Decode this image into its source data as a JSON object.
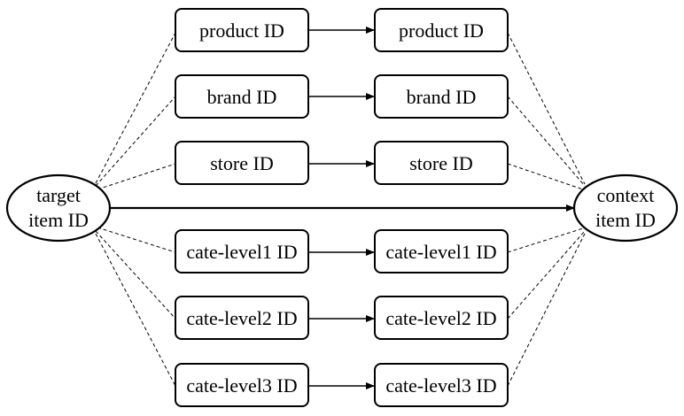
{
  "target_node": {
    "line1": "target",
    "line2": "item ID"
  },
  "context_node": {
    "line1": "context",
    "line2": "item ID"
  },
  "rows": [
    {
      "left": "product ID",
      "right": "product ID"
    },
    {
      "left": "brand ID",
      "right": "brand ID"
    },
    {
      "left": "store ID",
      "right": "store ID"
    },
    {
      "left": "cate-level1 ID",
      "right": "cate-level1 ID"
    },
    {
      "left": "cate-level2 ID",
      "right": "cate-level2 ID"
    },
    {
      "left": "cate-level3 ID",
      "right": "cate-level3 ID"
    }
  ]
}
